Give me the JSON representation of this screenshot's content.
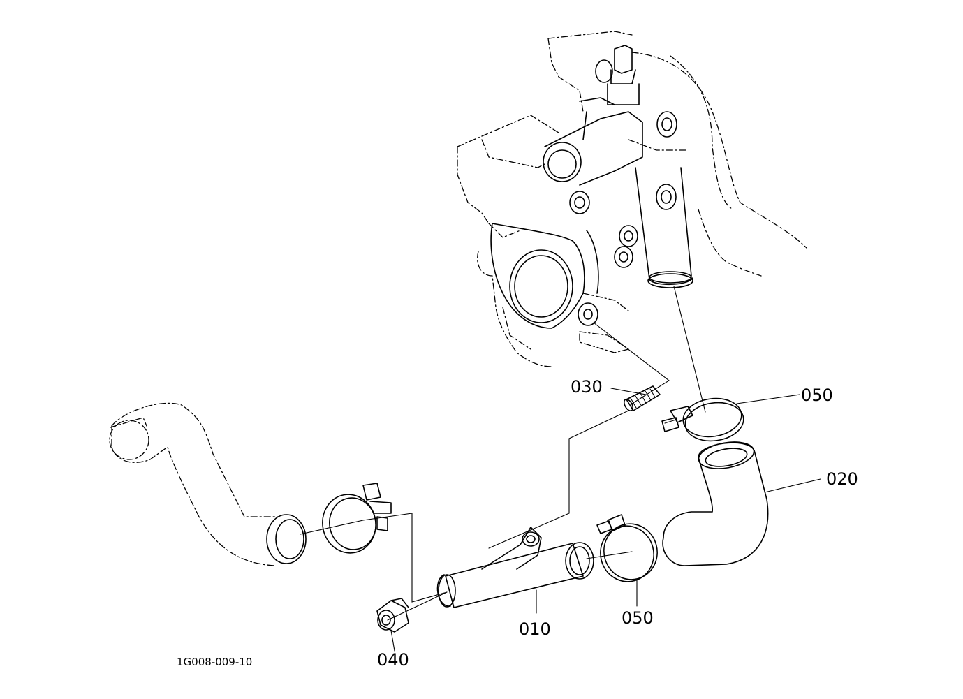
{
  "figure_code": "1G008-009-10",
  "callouts": [
    {
      "id": "c030",
      "label": "030"
    },
    {
      "id": "c050a",
      "label": "050"
    },
    {
      "id": "c020",
      "label": "020"
    },
    {
      "id": "c050b",
      "label": "050"
    },
    {
      "id": "c010",
      "label": "010"
    },
    {
      "id": "c040",
      "label": "040"
    }
  ]
}
